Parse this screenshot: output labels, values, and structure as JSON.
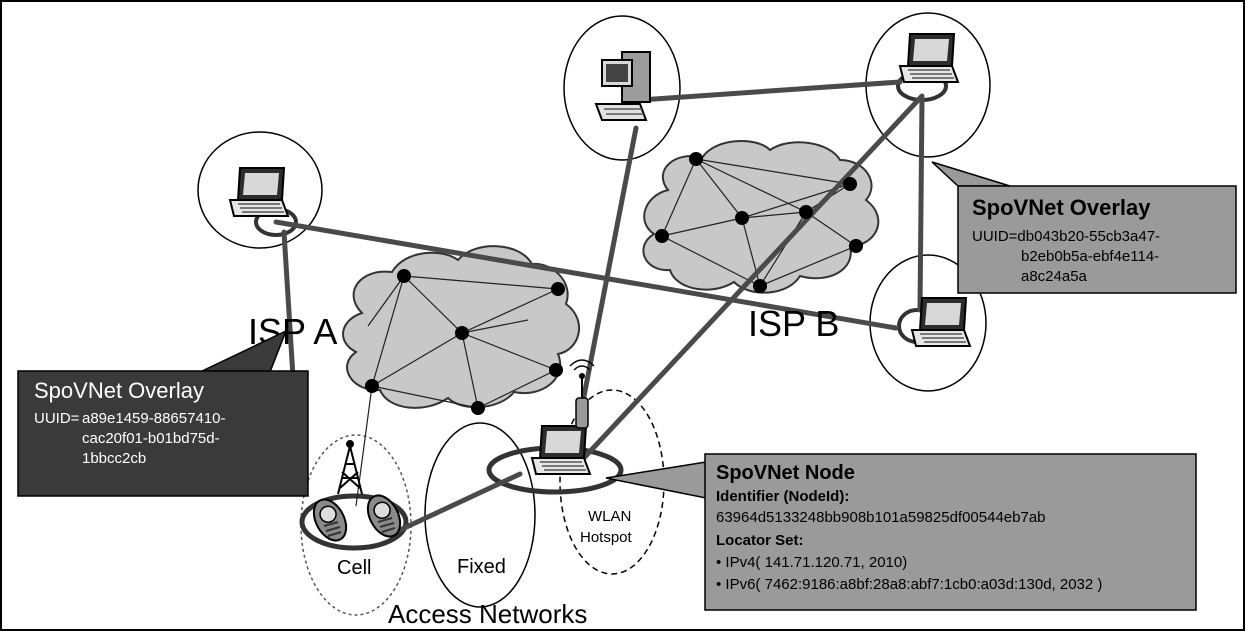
{
  "isp_labels": {
    "a": "ISP A",
    "b": "ISP B"
  },
  "access_networks": {
    "cell": "Cell",
    "fixed": "Fixed",
    "wlan_line1": "WLAN",
    "wlan_line2": "Hotspot",
    "caption": "Access Networks"
  },
  "overlay_a": {
    "title": "SpoVNet Overlay",
    "uuid_prefix": "UUID=",
    "uuid_line1": "a89e1459-88657410-",
    "uuid_line2": "cac20f01-b01bd75d-",
    "uuid_line3": "1bbcc2cb"
  },
  "overlay_b": {
    "title": "SpoVNet Overlay",
    "uuid_line1": "UUID=db043b20-55cb3a47-",
    "uuid_line2": "b2eb0b5a-ebf4e114-",
    "uuid_line3": "a8c24a5a"
  },
  "node": {
    "title": "SpoVNet Node",
    "identifier_label": "Identifier (NodeId):",
    "identifier_value": "63964d5133248bb908b101a59825df00544eb7ab",
    "locator_label": "Locator Set:",
    "ipv4": "• IPv4( 141.71.120.71, 2010)",
    "ipv6": "• IPv6( 7462:9186:a8bf:28a8:abf7:1cb0:a03d:130d, 2032 )"
  },
  "colors": {
    "cloud_fill": "#c8c8c8",
    "dark_callout": "#3a3a3a",
    "light_callout": "#9a9a9a",
    "link_stroke": "#4a4a4a",
    "router_fill": "#000000"
  },
  "icons": [
    "laptop-icon",
    "desktop-computer-icon",
    "cell-phone-icon",
    "cell-tower-icon",
    "wlan-access-point-icon",
    "router-node-icon"
  ]
}
